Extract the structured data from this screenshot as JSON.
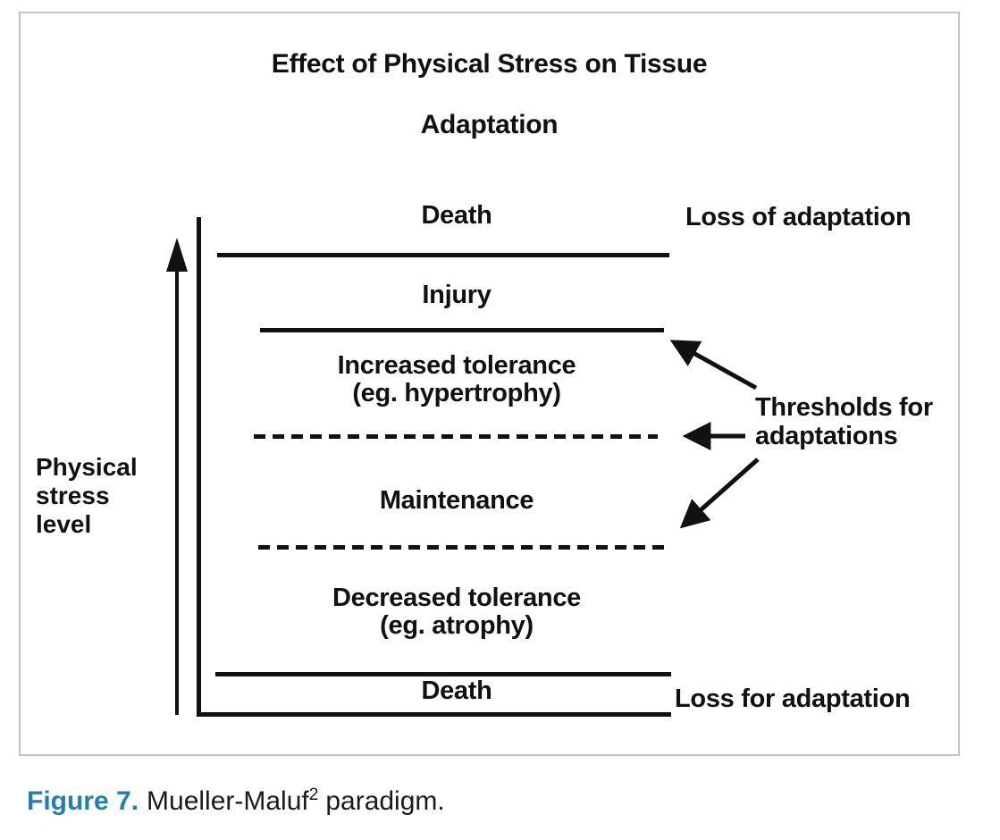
{
  "accent_color": "#2080b2",
  "line_color": "#111111",
  "diagram": {
    "title_line1": "Effect of Physical Stress on Tissue",
    "title_line2": "Adaptation",
    "y_axis": {
      "label_line1": "Physical",
      "label_line2": "stress",
      "label_line3": "level"
    },
    "levels": {
      "death_top": "Death",
      "injury": "Injury",
      "increased_tolerance": "Increased tolerance",
      "increased_tolerance_example": "(eg. hypertrophy)",
      "maintenance": "Maintenance",
      "decreased_tolerance": "Decreased tolerance",
      "decreased_tolerance_example": "(eg. atrophy)",
      "death_bottom": "Death"
    },
    "annotations": {
      "loss_of_adaptation": "Loss of adaptation",
      "thresholds_line1": "Thresholds for",
      "thresholds_line2": "adaptations",
      "loss_for_adaptation": "Loss for adaptation"
    }
  },
  "caption": {
    "label": "Figure 7.",
    "body": "Mueller-Maluf",
    "superscript": "2",
    "body_end": "paradigm."
  }
}
